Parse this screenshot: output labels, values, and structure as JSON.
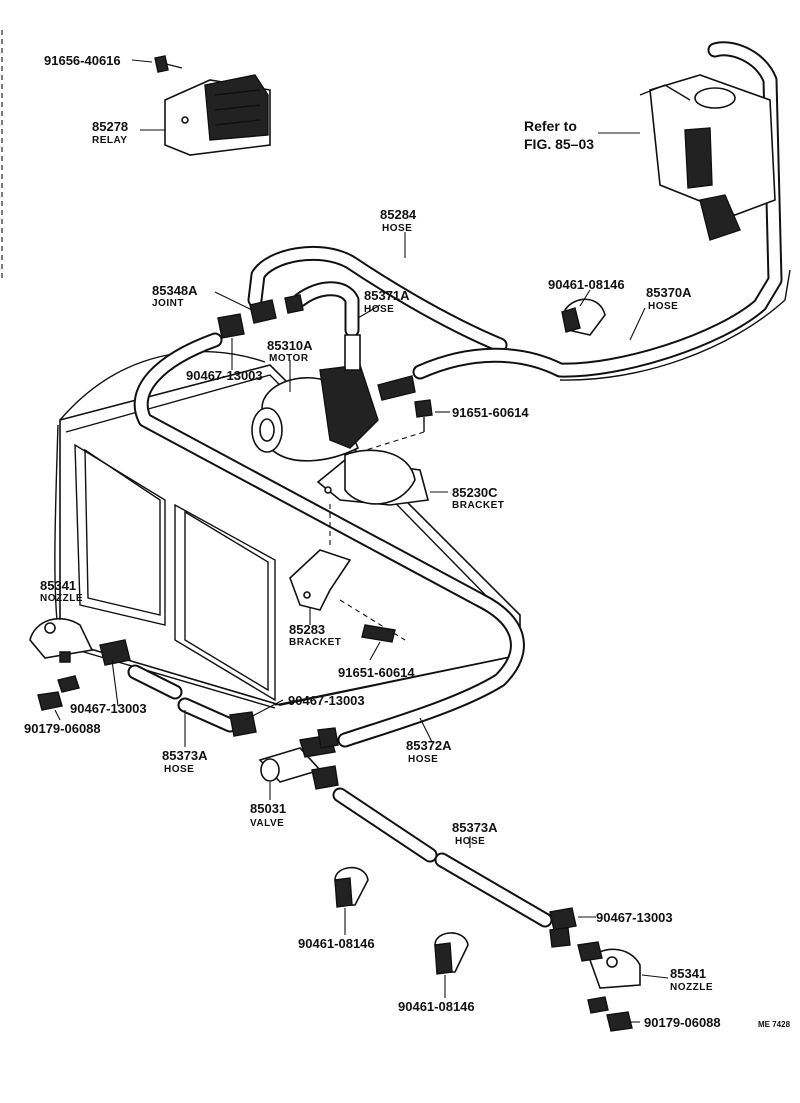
{
  "diagram": {
    "labels": [
      {
        "key": "relay_pn",
        "text": "91656-40616"
      },
      {
        "key": "relay_num",
        "text": "85278"
      },
      {
        "key": "relay_name",
        "text": "RELAY"
      },
      {
        "key": "refer_1",
        "text": "Refer to"
      },
      {
        "key": "refer_2",
        "text": "FIG. 85–03"
      },
      {
        "key": "hose_top_num",
        "text": "85284"
      },
      {
        "key": "hose_top_name",
        "text": "HOSE"
      },
      {
        "key": "joint_num",
        "text": "85348A"
      },
      {
        "key": "joint_name",
        "text": "JOINT"
      },
      {
        "key": "hose_371_num",
        "text": "85371A"
      },
      {
        "key": "hose_371_name",
        "text": "HOSE"
      },
      {
        "key": "clamp_top_pn",
        "text": "90461-08146"
      },
      {
        "key": "hose_370_num",
        "text": "85370A"
      },
      {
        "key": "hose_370_name",
        "text": "HOSE"
      },
      {
        "key": "motor_num",
        "text": "85310A"
      },
      {
        "key": "motor_name",
        "text": "MOTOR"
      },
      {
        "key": "clip_a_pn",
        "text": "90467-13003"
      },
      {
        "key": "bolt_a_pn",
        "text": "91651-60614"
      },
      {
        "key": "bracket_c_num",
        "text": "85230C"
      },
      {
        "key": "bracket_c_name",
        "text": "BRACKET"
      },
      {
        "key": "nozzle_l_num",
        "text": "85341"
      },
      {
        "key": "nozzle_l_name",
        "text": "NOZZLE"
      },
      {
        "key": "bracket_283_num",
        "text": "85283"
      },
      {
        "key": "bracket_283_name",
        "text": "BRACKET"
      },
      {
        "key": "bolt_b_pn",
        "text": "91651-60614"
      },
      {
        "key": "clip_b_pn",
        "text": "90467-13003"
      },
      {
        "key": "clip_c_pn",
        "text": "90467-13003"
      },
      {
        "key": "nut_l_pn",
        "text": "90179-06088"
      },
      {
        "key": "hose_373_l_num",
        "text": "85373A"
      },
      {
        "key": "hose_373_l_name",
        "text": "HOSE"
      },
      {
        "key": "hose_372_num",
        "text": "85372A"
      },
      {
        "key": "hose_372_name",
        "text": "HOSE"
      },
      {
        "key": "valve_num",
        "text": "85031"
      },
      {
        "key": "valve_name",
        "text": "VALVE"
      },
      {
        "key": "hose_373_r_num",
        "text": "85373A"
      },
      {
        "key": "hose_373_r_name",
        "text": "HOSE"
      },
      {
        "key": "clamp_mid_pn",
        "text": "90461-08146"
      },
      {
        "key": "clip_d_pn",
        "text": "90467-13003"
      },
      {
        "key": "nozzle_r_num",
        "text": "85341"
      },
      {
        "key": "nozzle_r_name",
        "text": "NOZZLE"
      },
      {
        "key": "clamp_bot_pn",
        "text": "90461-08146"
      },
      {
        "key": "nut_r_pn",
        "text": "90179-06088"
      },
      {
        "key": "corner_code",
        "text": "ME 7428"
      }
    ]
  }
}
